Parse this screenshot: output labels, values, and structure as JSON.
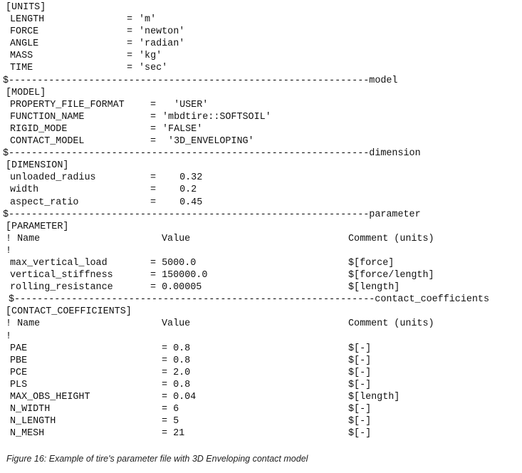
{
  "units": {
    "header": "[UNITS]",
    "rows": [
      {
        "key": "LENGTH",
        "eq": "=",
        "val": "'m'"
      },
      {
        "key": "FORCE",
        "eq": "=",
        "val": "'newton'"
      },
      {
        "key": "ANGLE",
        "eq": "=",
        "val": "'radian'"
      },
      {
        "key": "MASS",
        "eq": "=",
        "val": "'kg'"
      },
      {
        "key": "TIME",
        "eq": "=",
        "val": "'sec'"
      }
    ],
    "separator": "$---------------------------------------------------------------model"
  },
  "model": {
    "header": "[MODEL]",
    "rows": [
      {
        "key": "PROPERTY_FILE_FORMAT",
        "eq": "=",
        "val": "  'USER'"
      },
      {
        "key": "FUNCTION_NAME",
        "eq": "=",
        "val": "'mbdtire::SOFTSOIL'"
      },
      {
        "key": "RIGID_MODE",
        "eq": "=",
        "val": "'FALSE'"
      },
      {
        "key": "CONTACT_MODEL",
        "eq": "=",
        "val": " '3D_ENVELOPING'"
      }
    ],
    "separator": "$---------------------------------------------------------------dimension"
  },
  "dimension": {
    "header": "[DIMENSION]",
    "rows": [
      {
        "key": "unloaded_radius",
        "eq": "=",
        "val": "   0.32"
      },
      {
        "key": "width",
        "eq": "=",
        "val": "   0.2"
      },
      {
        "key": "aspect_ratio",
        "eq": "=",
        "val": "   0.45"
      }
    ],
    "separator": "$---------------------------------------------------------------parameter"
  },
  "parameter": {
    "header": "[PARAMETER]",
    "columns": {
      "name": "! Name",
      "value": "Value",
      "comment": "Comment (units)"
    },
    "bang": "!",
    "rows": [
      {
        "key": "max_vertical_load",
        "val": "= 5000.0",
        "comment": "$[force]"
      },
      {
        "key": "vertical_stiffness",
        "val": "= 150000.0",
        "comment": "$[force/length]"
      },
      {
        "key": "rolling_resistance",
        "val": "= 0.00005",
        "comment": "$[length]"
      }
    ],
    "separator": "$---------------------------------------------------------------contact_coefficients"
  },
  "contact_coefficients": {
    "header": "[CONTACT_COEFFICIENTS]",
    "columns": {
      "name": "! Name",
      "value": "Value",
      "comment": "Comment (units)"
    },
    "bang": "!",
    "rows": [
      {
        "key": "PAE",
        "val": "= 0.8",
        "comment": "$[-]"
      },
      {
        "key": "PBE",
        "val": "= 0.8",
        "comment": "$[-]"
      },
      {
        "key": "PCE",
        "val": "= 2.0",
        "comment": "$[-]"
      },
      {
        "key": "PLS",
        "val": "= 0.8",
        "comment": "$[-]"
      },
      {
        "key": "MAX_OBS_HEIGHT",
        "val": "= 0.04",
        "comment": "$[length]"
      },
      {
        "key": "N_WIDTH",
        "val": "= 6",
        "comment": "$[-]"
      },
      {
        "key": "N_LENGTH",
        "val": "= 5",
        "comment": "$[-]"
      },
      {
        "key": "N_MESH",
        "val": "= 21",
        "comment": "$[-]"
      }
    ]
  },
  "caption": "Figure 16: Example of tire's parameter file with 3D Enveloping contact model"
}
